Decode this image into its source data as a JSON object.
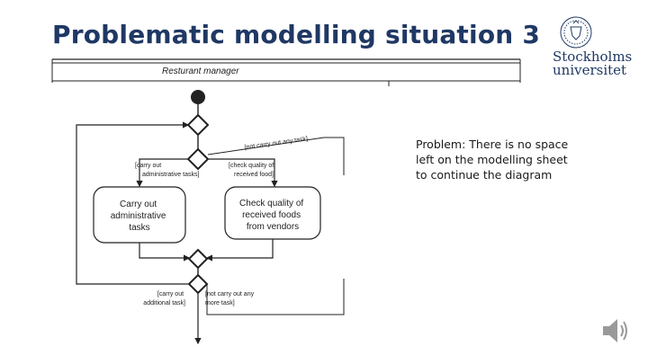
{
  "slide": {
    "title": "Problematic modelling situation 3",
    "logo_line1": "Stockholms",
    "logo_line2": "universitet",
    "note": "Problem: There is no space left on the modelling sheet to continue the diagram"
  },
  "diagram": {
    "swimlane": "Resturant manager",
    "actions": {
      "admin": [
        "Carry out",
        "administrative",
        "tasks"
      ],
      "quality": [
        "Check quality of",
        "received foods",
        "from vendors"
      ]
    },
    "guards": {
      "not_carry_top": "[not carry out any task]",
      "carry_admin": [
        "[carry out",
        "administrative tasks]"
      ],
      "check_quality": [
        "[check quality of",
        "received food]"
      ],
      "carry_additional": [
        "[carry out",
        "additional task]"
      ],
      "not_carry_bottom": [
        "[not carry out any",
        "more task]"
      ]
    }
  }
}
